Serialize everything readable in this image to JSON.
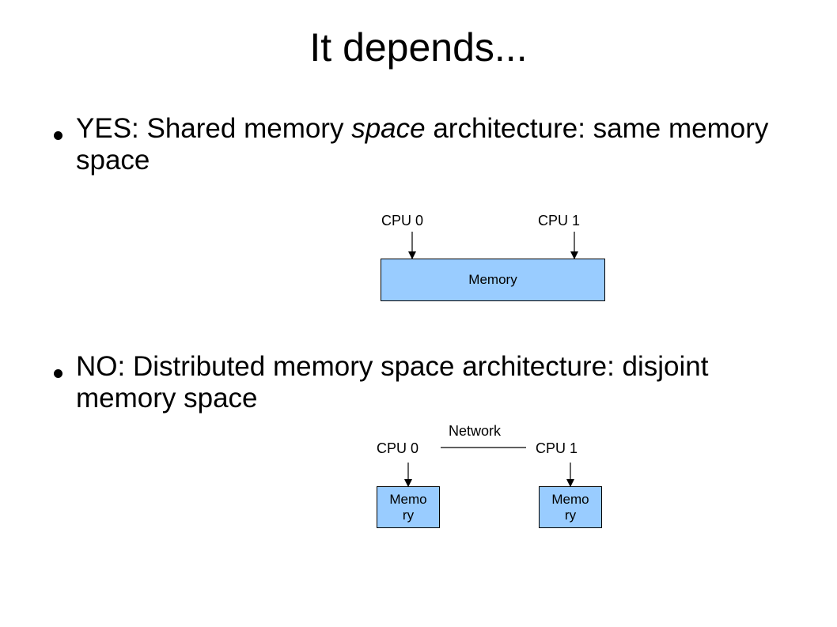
{
  "slide": {
    "title": "It depends...",
    "bullets": [
      {
        "prefix": "YES: Shared memory ",
        "emphasis": "space",
        "suffix": " architecture: same memory space"
      },
      {
        "text": "NO: Distributed memory space architecture: disjoint memory space"
      }
    ]
  },
  "shared_diagram": {
    "cpu0": "CPU 0",
    "cpu1": "CPU 1",
    "memory": "Memory",
    "box_color": "#99ccff"
  },
  "distributed_diagram": {
    "cpu0": "CPU 0",
    "cpu1": "CPU 1",
    "network": "Network",
    "memory0_line1": "Memo",
    "memory0_line2": "ry",
    "memory1_line1": "Memo",
    "memory1_line2": "ry",
    "box_color": "#99ccff"
  }
}
